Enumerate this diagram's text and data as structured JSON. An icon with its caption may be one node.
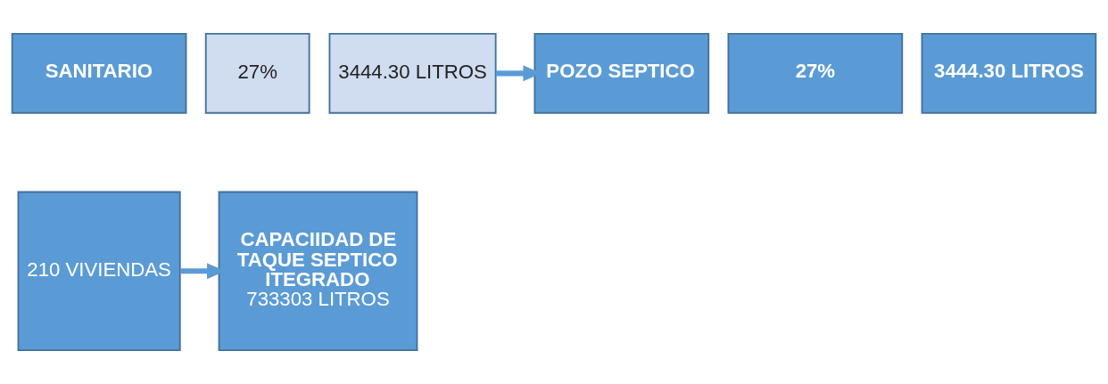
{
  "diagram": {
    "nodes": [
      {
        "text": [
          "SANITARIO"
        ]
      },
      {
        "text": [
          "27%"
        ]
      },
      {
        "text": [
          "3444.30 LITROS"
        ]
      },
      {
        "text": [
          "POZO SEPTICO"
        ]
      },
      {
        "text": [
          "27%"
        ]
      },
      {
        "text": [
          "3444.30 LITROS"
        ]
      },
      {
        "text": [
          "210 VIVIENDAS"
        ]
      },
      {
        "text": [
          "CAPACIIDAD DE TAQUE SEPTICO ITEGRADO",
          "733303 LITROS"
        ]
      }
    ],
    "edges": [
      {
        "from": 2,
        "to": 3,
        "arrow": "to"
      },
      {
        "from": 6,
        "to": 7,
        "arrow": "to"
      }
    ]
  }
}
